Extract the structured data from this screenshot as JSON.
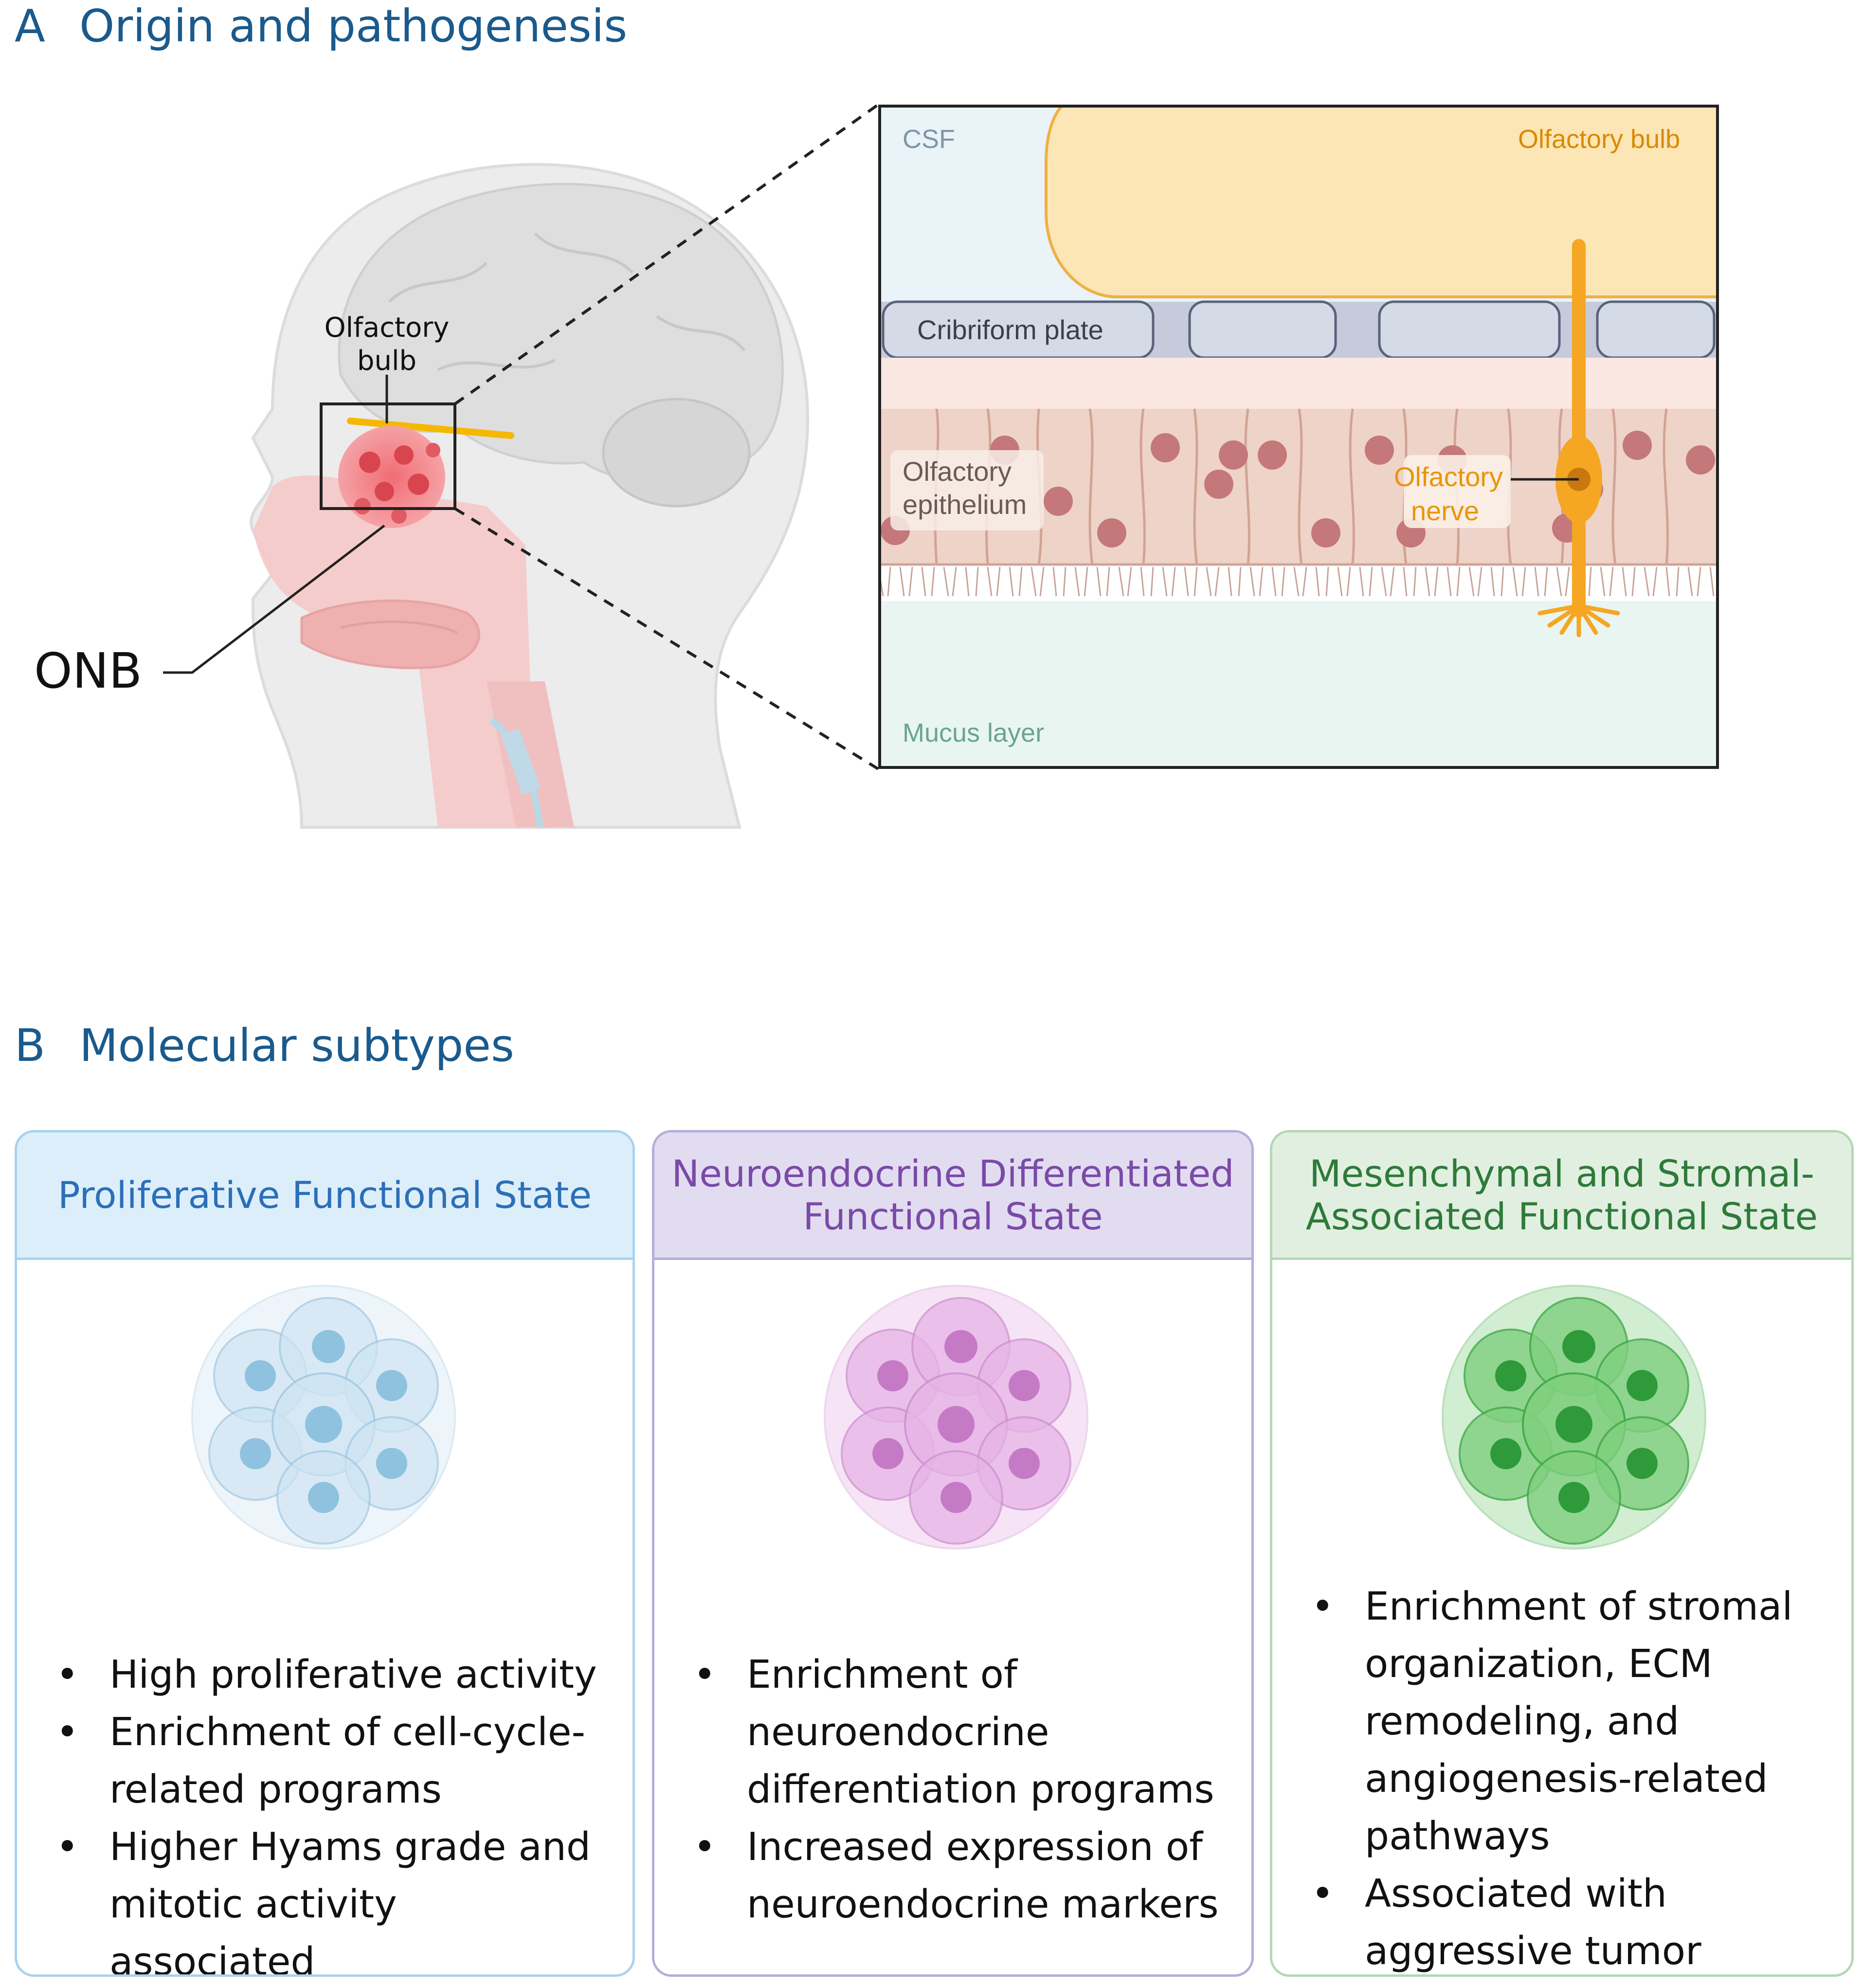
{
  "panel_a": {
    "letter": "A",
    "title": "Origin and pathogenesis",
    "head_labels": {
      "olfactory_bulb_line1": "Olfactory",
      "olfactory_bulb_line2": "bulb",
      "tumor": "ONB"
    },
    "inset_labels": {
      "csf": "CSF",
      "olfactory_bulb": "Olfactory bulb",
      "cribriform_plate": "Cribriform plate",
      "epithelium_line1": "Olfactory",
      "epithelium_line2": "epithelium",
      "nerve_line1": "Olfactory",
      "nerve_line2": "nerve",
      "mucus": "Mucus layer"
    }
  },
  "panel_b": {
    "letter": "B",
    "title": "Molecular subtypes",
    "cards": [
      {
        "title_line1": "Proliferative Functional State",
        "title_line2": "",
        "color": "#2a6fb8",
        "bullets": [
          "High proliferative activity",
          "Enrichment of cell-cycle-related programs",
          "Higher Hyams grade and mitotic activity associated"
        ]
      },
      {
        "title_line1": "Neuroendocrine Differentiated",
        "title_line2": "Functional State",
        "color": "#7a4aa8",
        "bullets": [
          "Enrichment of neuroendocrine differentiation programs",
          "Increased expression of neuroendocrine markers"
        ]
      },
      {
        "title_line1": "Mesenchymal and Stromal-",
        "title_line2": "Associated Functional State",
        "color": "#2e7a3a",
        "bullets": [
          "Enrichment of stromal organization, ECM remodeling, and angiogenesis-related pathways",
          "Associated with aggressive tumor behavior"
        ]
      }
    ]
  }
}
